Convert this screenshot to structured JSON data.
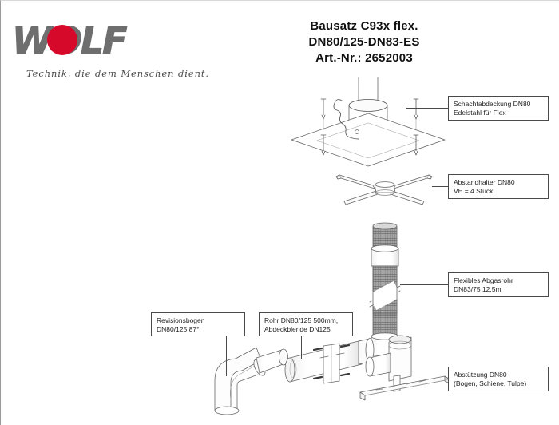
{
  "brand": {
    "wordmark": "WOLF",
    "tagline": "Technik, die dem Menschen dient.",
    "gray": "#6e6e6e",
    "red": "#d6092a"
  },
  "title": {
    "line1": "Bausatz C93x flex.",
    "line2": "DN80/125-DN83-ES",
    "line3": "Art.-Nr.: 2652003"
  },
  "callouts": [
    {
      "id": "schachtabdeckung",
      "line1": "Schachtabdeckung DN80",
      "line2": "Edelstahl für Flex"
    },
    {
      "id": "abstandhalter",
      "line1": "Abstandhalter DN80",
      "line2": "VE = 4 Stück"
    },
    {
      "id": "flexrohr",
      "line1": "Flexibles Abgasrohr",
      "line2": "DN83/75 12,5m"
    },
    {
      "id": "abstuetzung",
      "line1": "Abstützung DN80",
      "line2": "(Bogen, Schiene, Tulpe)"
    },
    {
      "id": "revisionsbogen",
      "line1": "Revisionsbogen",
      "line2": "DN80/125 87°"
    },
    {
      "id": "rohr",
      "line1": "Rohr DN80/125 500mm,",
      "line2": "Abdeckblende DN125"
    }
  ]
}
